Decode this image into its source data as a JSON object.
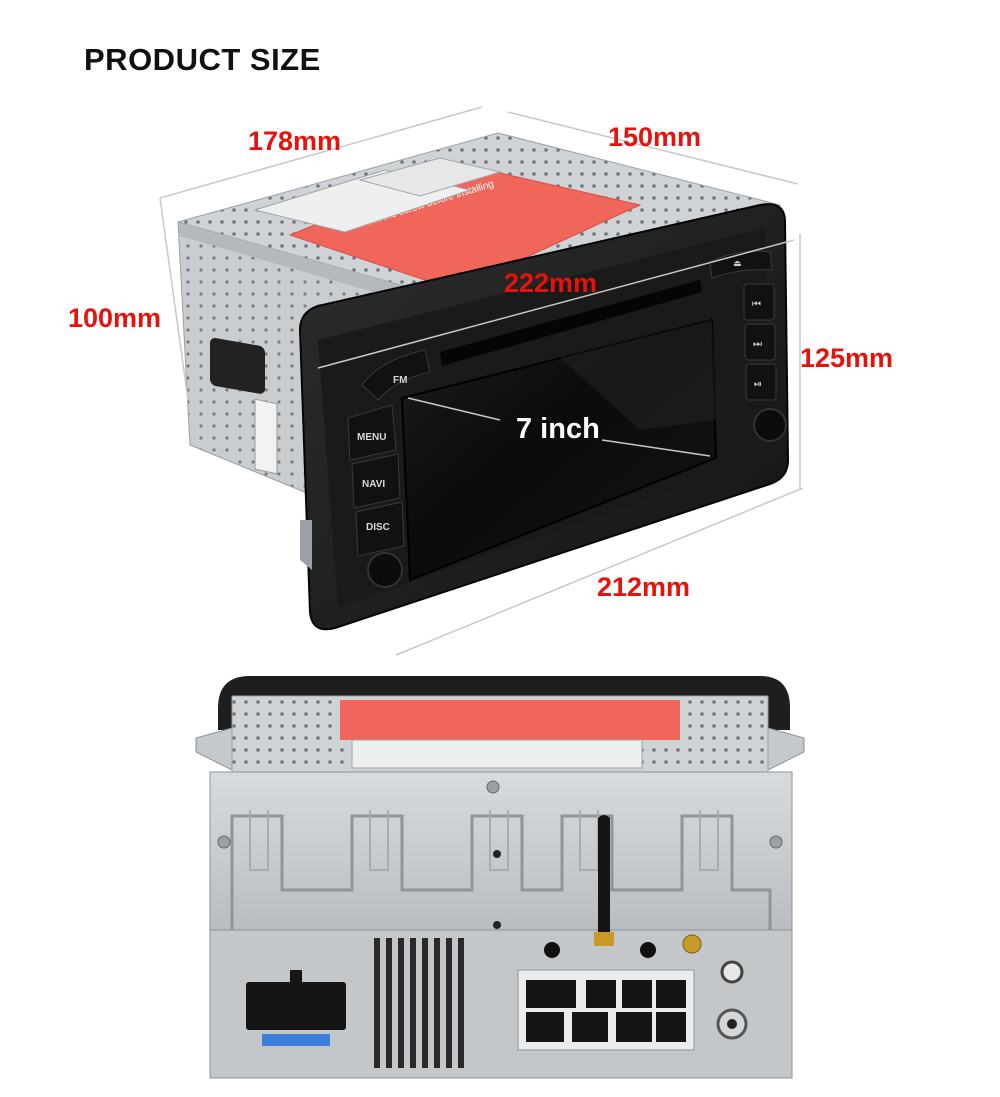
{
  "heading": "PRODUCT SIZE",
  "dimensions": {
    "width_top": "178mm",
    "depth": "150mm",
    "height_body": "100mm",
    "diagonal_face": "222mm",
    "height_face": "125mm",
    "width_face": "212mm"
  },
  "screen_size": "7 inch",
  "front_buttons": {
    "fm": "FM",
    "menu": "MENU",
    "navi": "NAVI",
    "disc": "DISC"
  },
  "warning_label": {
    "line1": "Take out the screw before installing"
  },
  "colors": {
    "dimension_text": "#e8120c",
    "dimension_line": "#c0c0c0",
    "chassis": "#cfd3d6",
    "face": "#222222",
    "warning_sticker": "#f0665a"
  }
}
